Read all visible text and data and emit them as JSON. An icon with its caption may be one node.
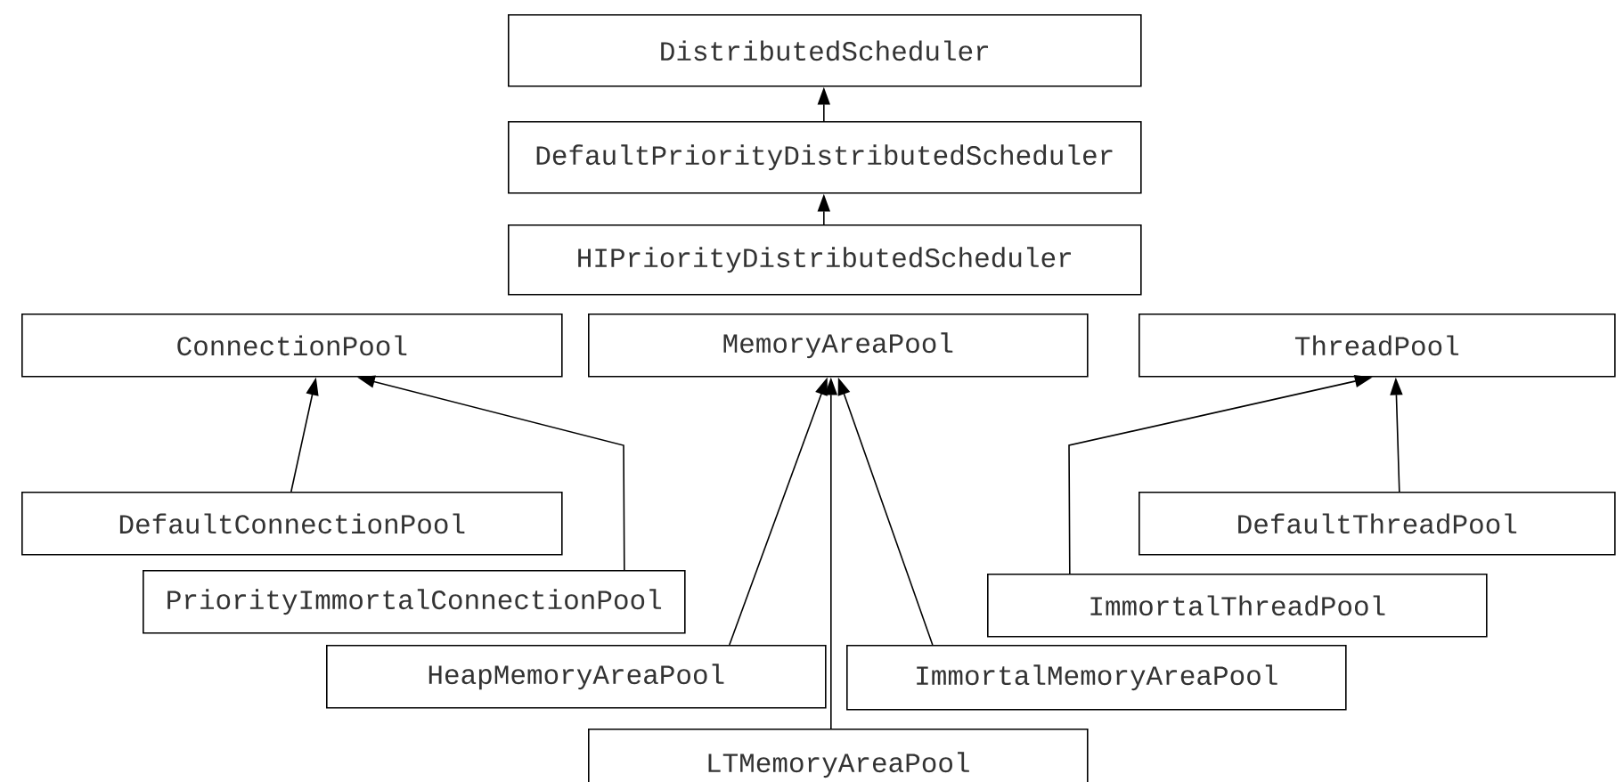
{
  "diagram": {
    "nodes": [
      {
        "text": [
          "DistributedScheduler"
        ]
      },
      {
        "text": [
          "DefaultPriorityDistributedScheduler"
        ]
      },
      {
        "text": [
          "HIPriorityDistributedScheduler"
        ]
      },
      {
        "text": [
          "ConnectionPool"
        ]
      },
      {
        "text": [
          "MemoryAreaPool"
        ]
      },
      {
        "text": [
          "ThreadPool"
        ]
      },
      {
        "text": [
          "DefaultConnectionPool"
        ]
      },
      {
        "text": [
          "PriorityImmortalConnectionPool"
        ]
      },
      {
        "text": [
          "DefaultThreadPool"
        ]
      },
      {
        "text": [
          "ImmortalThreadPool"
        ]
      },
      {
        "text": [
          "HeapMemoryAreaPool"
        ]
      },
      {
        "text": [
          "ImmortalMemoryAreaPool"
        ]
      },
      {
        "text": [
          "LTMemoryAreaPool"
        ]
      }
    ],
    "edges": [
      {
        "from": 1,
        "to": 0,
        "arrow": "to"
      },
      {
        "from": 2,
        "to": 1,
        "arrow": "to"
      },
      {
        "from": 6,
        "to": 3,
        "arrow": "to"
      },
      {
        "from": 7,
        "to": 3,
        "arrow": "to"
      },
      {
        "from": 10,
        "to": 4,
        "arrow": "to"
      },
      {
        "from": 12,
        "to": 4,
        "arrow": "to"
      },
      {
        "from": 11,
        "to": 4,
        "arrow": "to"
      },
      {
        "from": 8,
        "to": 5,
        "arrow": "to"
      },
      {
        "from": 9,
        "to": 5,
        "arrow": "to"
      }
    ]
  }
}
